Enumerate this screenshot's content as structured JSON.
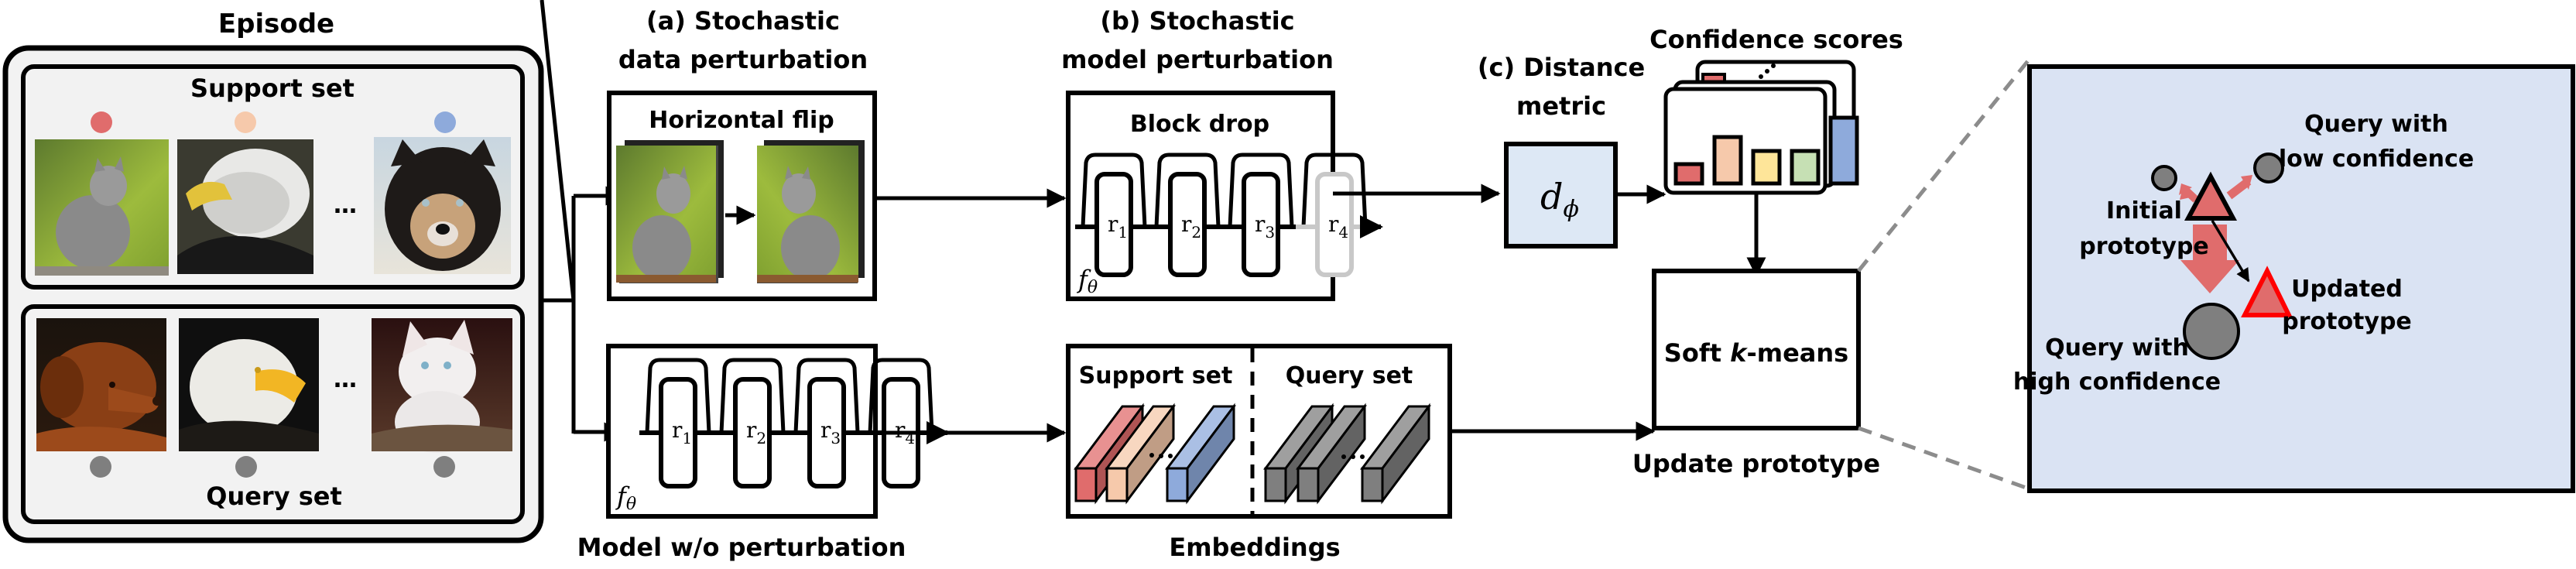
{
  "episode": {
    "title": "Episode",
    "support_label": "Support set",
    "query_label": "Query set",
    "support_images": [
      "kitten",
      "bald eagle",
      "husky"
    ],
    "query_images": [
      "brown dog",
      "bald eagle",
      "white kitten"
    ],
    "ellipsis": "…",
    "support_dot_colors": [
      "#e06c6c",
      "#f6c9ab",
      "#8eaadb"
    ],
    "query_dot_color": "#7f7f7f"
  },
  "data_perturbation": {
    "title_line1": "(a) Stochastic",
    "title_line2": "data perturbation",
    "box_label": "Horizontal flip"
  },
  "model_perturbation": {
    "title_line1": "(b) Stochastic",
    "title_line2": "model perturbation",
    "box_label": "Block drop",
    "function_symbol": "f",
    "function_sub": "θ",
    "blocks": [
      "r",
      "r",
      "r",
      "r"
    ],
    "block_subs": [
      "1",
      "2",
      "3",
      "4"
    ],
    "dropped_block_index": 3
  },
  "distance_metric": {
    "title_line1": "(c) Distance",
    "title_line2": "metric",
    "symbol": "d",
    "symbol_sub": "ϕ",
    "fill_color": "#dde8f5"
  },
  "confidence": {
    "title": "Confidence scores",
    "bar_colors": [
      "#e06c6c",
      "#f6c9ab",
      "#fee599",
      "#c6e0b4",
      "#8eaadb"
    ],
    "bar_levels": [
      0.25,
      0.6,
      0.42,
      0.42,
      0.85
    ]
  },
  "model_plain": {
    "label": "Model w/o perturbation",
    "function_symbol": "f",
    "function_sub": "θ",
    "block_subs": [
      "1",
      "2",
      "3",
      "4"
    ]
  },
  "embeddings": {
    "label": "Embeddings",
    "support_label": "Support set",
    "query_label": "Query set",
    "support_colors": [
      "#e06c6c",
      "#f6c9ab",
      "#8eaadb"
    ],
    "query_color": "#7f7f7f"
  },
  "kmeans": {
    "label_pre": "Soft ",
    "label_k": "k",
    "label_post": "-means",
    "caption": "Update prototype"
  },
  "inset": {
    "fill_color": "#dae3f3",
    "low_conf_label_1": "Query with",
    "low_conf_label_2": "low confidence",
    "initial_label_1": "Initial",
    "initial_label_2": "prototype",
    "updated_label_1": "Updated",
    "updated_label_2": "prototype",
    "high_conf_label_1": "Query with",
    "high_conf_label_2": "high confidence",
    "prototype_color": "#e06c6c",
    "updated_stroke": "#ff0000"
  }
}
